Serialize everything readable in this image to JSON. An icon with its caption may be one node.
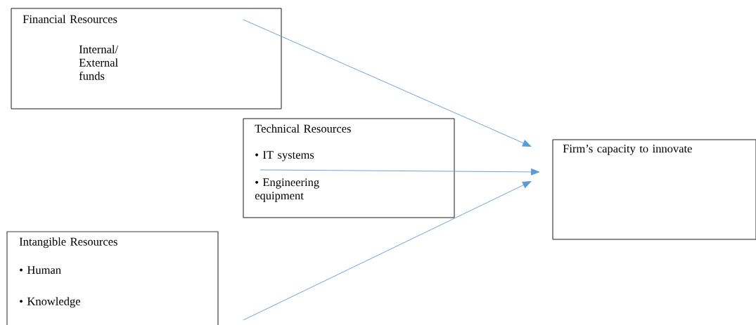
{
  "diagram": {
    "nodes": [
      {
        "text": [
          "Financial Resources",
          "Internal/ External funds"
        ]
      },
      {
        "text": [
          "Technical Resources",
          "• IT systems",
          "• Engineering equipment"
        ]
      },
      {
        "text": [
          "Intangible Resources",
          "• Human",
          "• Knowledge"
        ]
      },
      {
        "text": [
          "Firm’s capacity to innovate"
        ]
      }
    ],
    "edges": [
      {
        "from": 0,
        "to": 3,
        "arrow": "to"
      },
      {
        "from": 1,
        "to": 3,
        "arrow": "to"
      },
      {
        "from": 2,
        "to": 3,
        "arrow": "to"
      }
    ]
  }
}
